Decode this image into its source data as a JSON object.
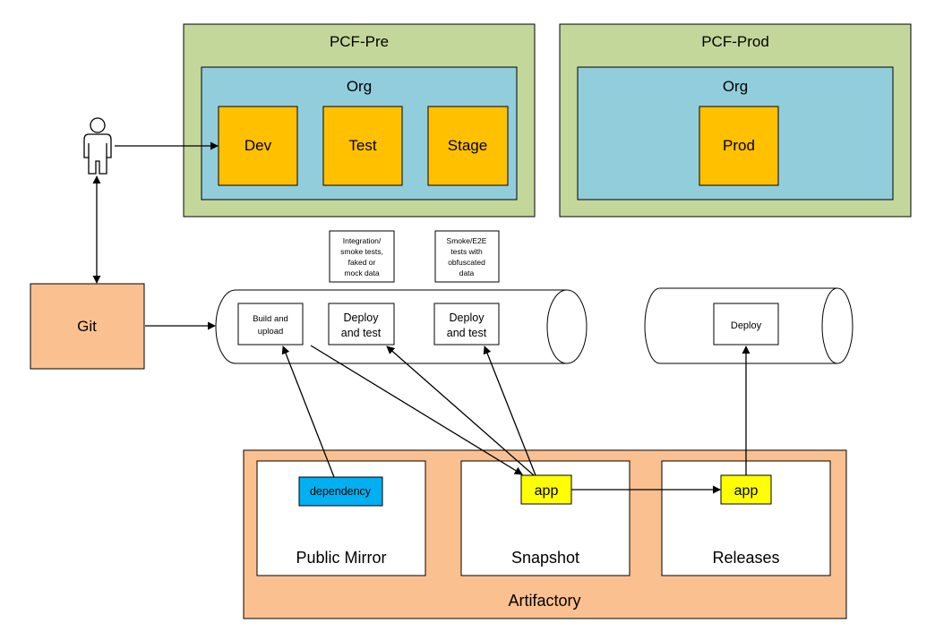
{
  "environments": {
    "pre": {
      "title": "PCF-Pre",
      "org": "Org",
      "spaces": [
        "Dev",
        "Test",
        "Stage"
      ]
    },
    "prod": {
      "title": "PCF-Prod",
      "org": "Org",
      "spaces": [
        "Prod"
      ]
    }
  },
  "actor": {
    "icon": "person-icon"
  },
  "git": {
    "label": "Git"
  },
  "pipeline_pre": {
    "stages": [
      [
        "Build and",
        "upload"
      ],
      [
        "Deploy",
        "and test"
      ],
      [
        "Deploy",
        "and test"
      ]
    ],
    "notes": [
      [
        "Integration/",
        "smoke tests,",
        "faked or",
        "mock data"
      ],
      [
        "Smoke/E2E",
        "tests with",
        "obfuscated",
        "data"
      ]
    ]
  },
  "pipeline_prod": {
    "stage": "Deploy"
  },
  "artifactory": {
    "title": "Artifactory",
    "repos": [
      {
        "name": "Public Mirror",
        "artifact": "dependency"
      },
      {
        "name": "Snapshot",
        "artifact": "app"
      },
      {
        "name": "Releases",
        "artifact": "app"
      }
    ]
  },
  "colors": {
    "env_fill": "#C4D79B",
    "org_fill": "#92CDDC",
    "space_fill": "#FFC000",
    "orange_fill": "#FAC090",
    "app_fill": "#FFFF00",
    "dependency_fill": "#00B0F0"
  }
}
